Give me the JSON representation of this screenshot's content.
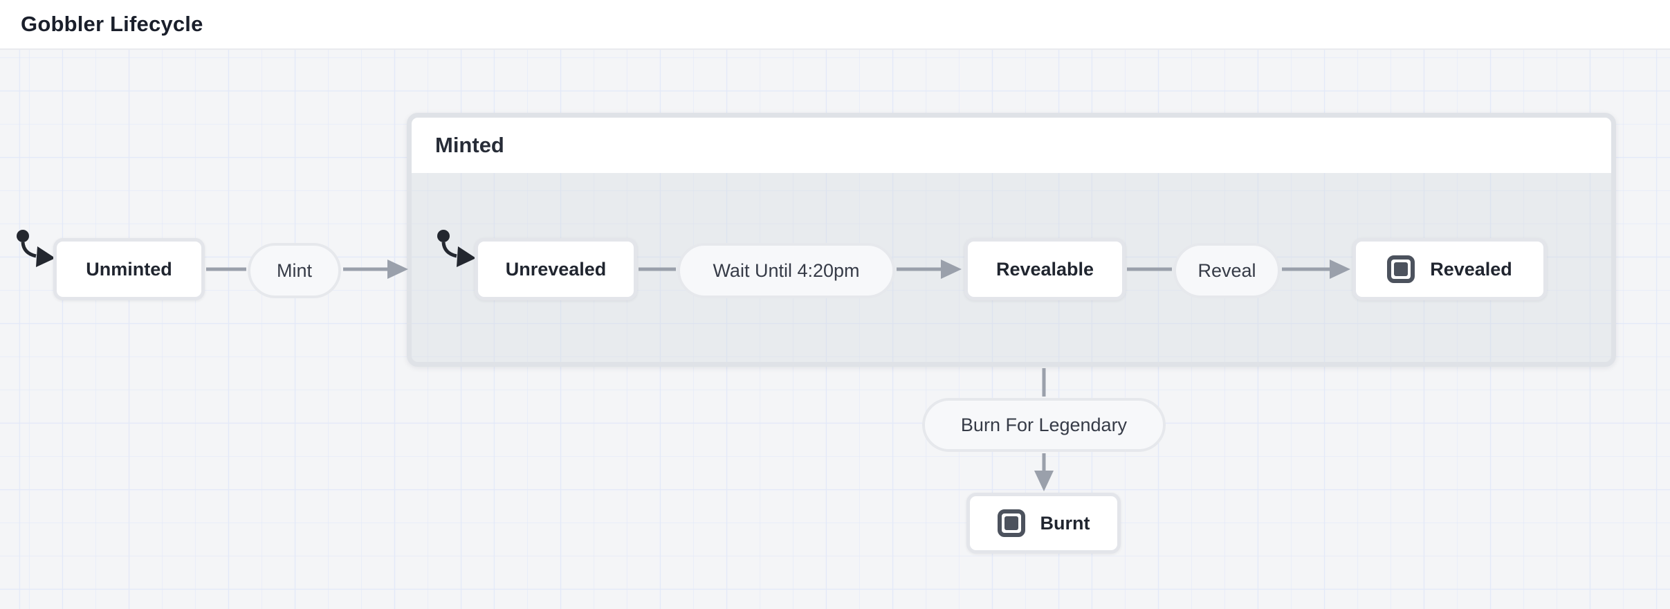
{
  "header": {
    "title": "Gobbler Lifecycle"
  },
  "machine": {
    "initial_state": "unminted",
    "states": {
      "unminted": {
        "label": "Unminted",
        "initial": true
      },
      "minted": {
        "label": "Minted",
        "type": "compound",
        "initial_child": "unrevealed",
        "children": {
          "unrevealed": {
            "label": "Unrevealed",
            "initial": true
          },
          "revealable": {
            "label": "Revealable"
          },
          "revealed": {
            "label": "Revealed",
            "final": true
          }
        }
      },
      "burnt": {
        "label": "Burnt",
        "final": true
      }
    },
    "transitions": {
      "mint": {
        "label": "Mint",
        "from": "unminted",
        "to": "minted"
      },
      "wait_until_420pm": {
        "label": "Wait Until 4:20pm",
        "from": "unrevealed",
        "to": "revealable"
      },
      "reveal": {
        "label": "Reveal",
        "from": "revealable",
        "to": "revealed"
      },
      "burn_for_legendary": {
        "label": "Burn For Legendary",
        "from": "minted",
        "to": "burnt"
      }
    }
  },
  "icons": {
    "initial_marker": "initial-state-arrow-icon",
    "final_marker": "final-state-square-icon"
  },
  "colors": {
    "canvas_bg": "#f4f5f7",
    "grid_line": "#e3e9f8",
    "node_bg": "#ffffff",
    "node_border": "#e3e5ea",
    "event_bg": "#f7f8fa",
    "event_border": "#e6e8ec",
    "compound_border": "#dfe2e7",
    "edge": "#9aa0ab",
    "marker": "#23272f",
    "final_icon": "#4c525d",
    "text_dark": "#20252f",
    "text_event": "#363b47",
    "title_color": "#1a1f2b"
  }
}
